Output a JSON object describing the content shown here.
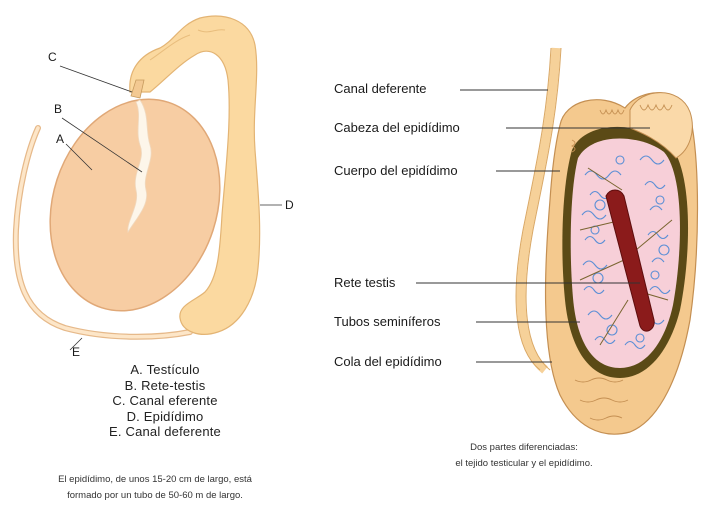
{
  "left_figure": {
    "letters": {
      "a": "A",
      "b": "B",
      "c": "C",
      "d": "D",
      "e": "E"
    },
    "legend": [
      "A. Testículo",
      "B. Rete-testis",
      "C. Canal eferente",
      "D. Epidídimo",
      "E. Canal deferente"
    ],
    "caption_line1": "El epidídimo, de unos 15-20 cm de largo, está",
    "caption_line2": "formado por un tubo de 50-60 m de largo."
  },
  "right_figure": {
    "labels": {
      "canal_deferente": "Canal deferente",
      "cabeza": "Cabeza del epidídimo",
      "cuerpo": "Cuerpo del epidídimo",
      "rete": "Rete testis",
      "tubos": "Tubos seminíferos",
      "cola": "Cola del epidídimo"
    },
    "caption_line1": "Dos partes diferenciadas:",
    "caption_line2": "el tejido testicular y el epidídimo."
  },
  "colors": {
    "epididymis": "#fbd9a0",
    "testis": "#f7cda3",
    "rete": "#fdf6ea",
    "tubule_fill": "#f7cfd8",
    "tubule_line": "#5b8fd6",
    "capsule": "#5b4a16",
    "rete_red": "#8b1b1b"
  }
}
